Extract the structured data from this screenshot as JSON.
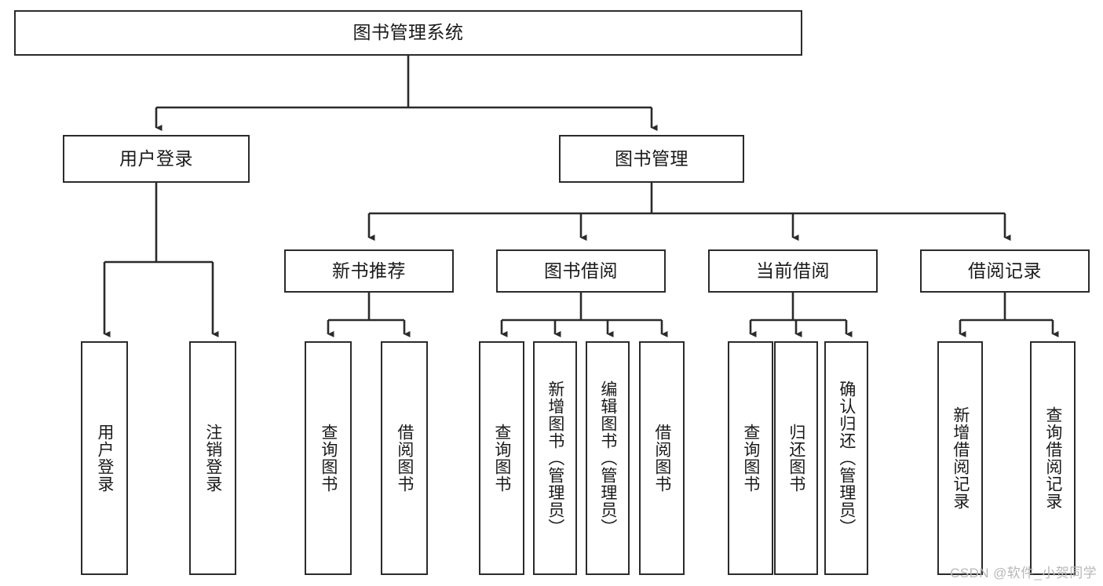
{
  "diagram": {
    "title": "图书管理系统",
    "type": "hierarchy-tree",
    "root": {
      "label": "图书管理系统"
    },
    "level1": [
      {
        "id": "user-login",
        "label": "用户登录"
      },
      {
        "id": "book-management",
        "label": "图书管理"
      }
    ],
    "level2": [
      {
        "id": "new-book-recommend",
        "label": "新书推荐",
        "parent": "book-management"
      },
      {
        "id": "book-borrow",
        "label": "图书借阅",
        "parent": "book-management"
      },
      {
        "id": "current-borrow",
        "label": "当前借阅",
        "parent": "book-management"
      },
      {
        "id": "borrow-record",
        "label": "借阅记录",
        "parent": "book-management"
      }
    ],
    "leaves": {
      "user_login": [
        {
          "id": "leaf-user-login",
          "label": "用户登录"
        },
        {
          "id": "leaf-user-logout",
          "label": "注销登录"
        }
      ],
      "new_book_recommend": [
        {
          "id": "leaf-query-book-1",
          "label": "查询图书"
        },
        {
          "id": "leaf-borrow-book-1",
          "label": "借阅图书"
        }
      ],
      "book_borrow": [
        {
          "id": "leaf-query-book-2",
          "label": "查询图书"
        },
        {
          "id": "leaf-add-book",
          "label": "新增图书（管理员）"
        },
        {
          "id": "leaf-edit-book",
          "label": "编辑图书（管理员）"
        },
        {
          "id": "leaf-borrow-book-2",
          "label": "借阅图书"
        }
      ],
      "current_borrow": [
        {
          "id": "leaf-query-book-3",
          "label": "查询图书"
        },
        {
          "id": "leaf-return-book",
          "label": "归还图书"
        },
        {
          "id": "leaf-confirm-return",
          "label": "确认归还（管理员）"
        }
      ],
      "borrow_record": [
        {
          "id": "leaf-add-record",
          "label": "新增借阅记录"
        },
        {
          "id": "leaf-query-record",
          "label": "查询借阅记录"
        }
      ]
    }
  },
  "watermark": {
    "text": "CSDN @软件_小贺同学"
  },
  "colors": {
    "stroke": "#2b2b2b",
    "background": "#ffffff",
    "text": "#1a1a1a",
    "watermark": "#b8b8b8"
  }
}
